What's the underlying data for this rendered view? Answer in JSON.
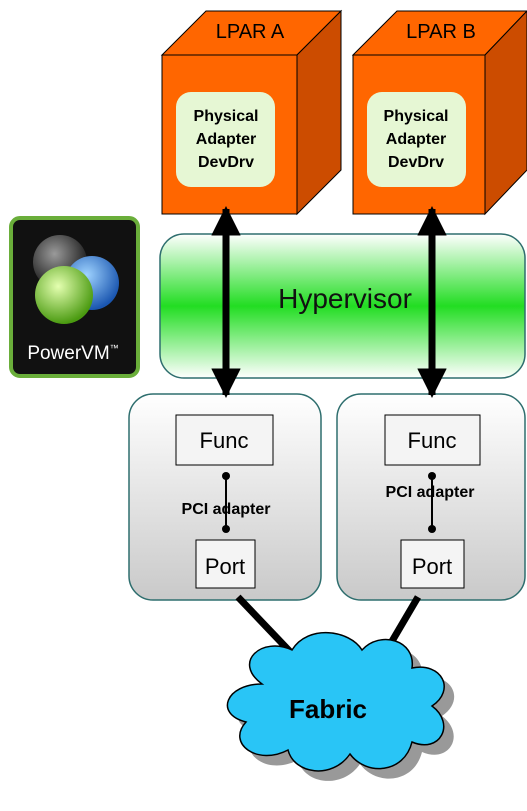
{
  "lpars": [
    {
      "title": "LPAR A",
      "driver": [
        "Physical",
        "Adapter",
        "DevDrv"
      ]
    },
    {
      "title": "LPAR B",
      "driver": [
        "Physical",
        "Adapter",
        "DevDrv"
      ]
    }
  ],
  "hypervisor": {
    "label": "Hypervisor"
  },
  "adapters": [
    {
      "func": "Func",
      "name": "PCI adapter",
      "port": "Port"
    },
    {
      "func": "Func",
      "name": "PCI adapter",
      "port": "Port"
    }
  ],
  "fabric": {
    "label": "Fabric"
  },
  "logo": {
    "text": "PowerVM",
    "tm": "™"
  },
  "colors": {
    "lpar_front": "#FF6600",
    "lpar_side": "#CC4C00",
    "driver_box": "#E6F7D4",
    "hypervisor_core": "#22DD22",
    "cloud": "#29C5F6",
    "logo_border": "#6AAE3A"
  }
}
